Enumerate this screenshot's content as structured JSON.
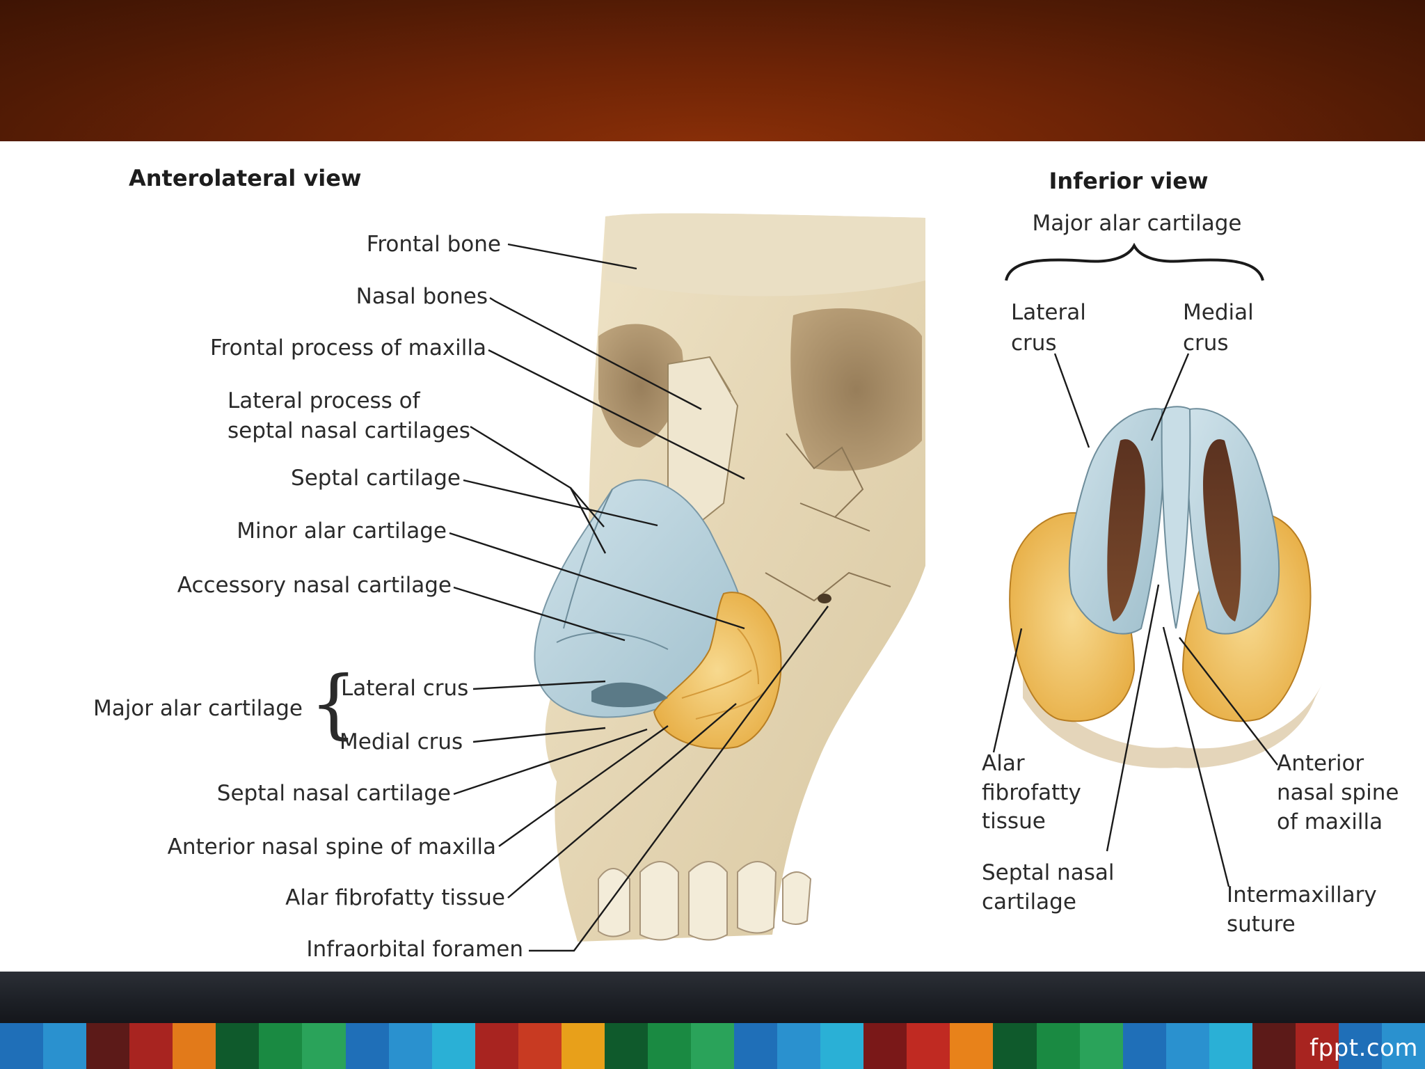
{
  "slide": {
    "brand": "fppt.com"
  },
  "left_view": {
    "title": "Anterolateral view",
    "labels": {
      "frontal_bone": "Frontal bone",
      "nasal_bones": "Nasal bones",
      "frontal_process": "Frontal process of maxilla",
      "lateral_process_1": "Lateral process of",
      "lateral_process_2": "septal nasal cartilages",
      "septal_cartilage": "Septal cartilage",
      "minor_alar": "Minor alar cartilage",
      "accessory_nasal": "Accessory nasal cartilage",
      "major_alar": "Major alar cartilage",
      "lateral_crus": "Lateral crus",
      "medial_crus": "Medial crus",
      "septal_nasal": "Septal nasal cartilage",
      "anterior_spine": "Anterior nasal spine of maxilla",
      "alar_fibrofatty": "Alar fibrofatty tissue",
      "infraorbital": "Infraorbital foramen"
    }
  },
  "right_view": {
    "title": "Inferior view",
    "labels": {
      "major_alar": "Major alar cartilage",
      "lateral_crus_1": "Lateral",
      "lateral_crus_2": "crus",
      "medial_crus_1": "Medial",
      "medial_crus_2": "crus",
      "alar_1": "Alar",
      "alar_2": "fibrofatty",
      "alar_3": "tissue",
      "septal_1": "Septal nasal",
      "septal_2": "cartilage",
      "anterior_1": "Anterior",
      "anterior_2": "nasal spine",
      "anterior_3": "of maxilla",
      "intermax_1": "Intermaxillary",
      "intermax_2": "suture"
    }
  },
  "colors": {
    "header": "#6e2406",
    "bone": "#e8dcc0",
    "cartilage": "#b9d3de",
    "fat": "#f0c063",
    "footer_dark": "#1c1f25",
    "footer_blocks": [
      "#1f6fb8",
      "#2a91cf",
      "#5c1a18",
      "#a82420",
      "#e27a1a",
      "#0f5a2c",
      "#1a8a42",
      "#2aa35a",
      "#1f6fb8",
      "#2a91cf",
      "#2ab0d6",
      "#a82420",
      "#c83a22",
      "#e8a01a",
      "#0f5a2c",
      "#1a8a42",
      "#2aa35a",
      "#1f6fb8",
      "#2a91cf",
      "#2ab0d6",
      "#7a1818",
      "#c02a22",
      "#e8821a",
      "#0f5a2c",
      "#1a8a42",
      "#2aa35a",
      "#1f6fb8",
      "#2a91cf",
      "#2ab0d6",
      "#5c1a18",
      "#a82420",
      "#1f6fb8",
      "#2a91cf"
    ]
  }
}
